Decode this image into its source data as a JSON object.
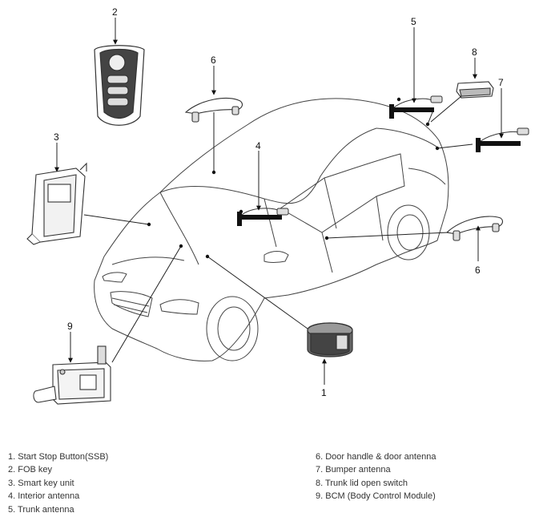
{
  "callouts": {
    "n1": "1",
    "n2": "2",
    "n3": "3",
    "n4": "4",
    "n5": "5",
    "n6a": "6",
    "n6b": "6",
    "n7": "7",
    "n8": "8",
    "n9": "9"
  },
  "legend": {
    "left": [
      "1. Start Stop Button(SSB)",
      "2. FOB key",
      "3. Smart key unit",
      "4. Interior antenna",
      "5. Trunk antenna"
    ],
    "right": [
      "6. Door handle & door antenna",
      "7. Bumper antenna",
      "8. Trunk lid open switch",
      "9. BCM (Body Control Module)"
    ]
  }
}
